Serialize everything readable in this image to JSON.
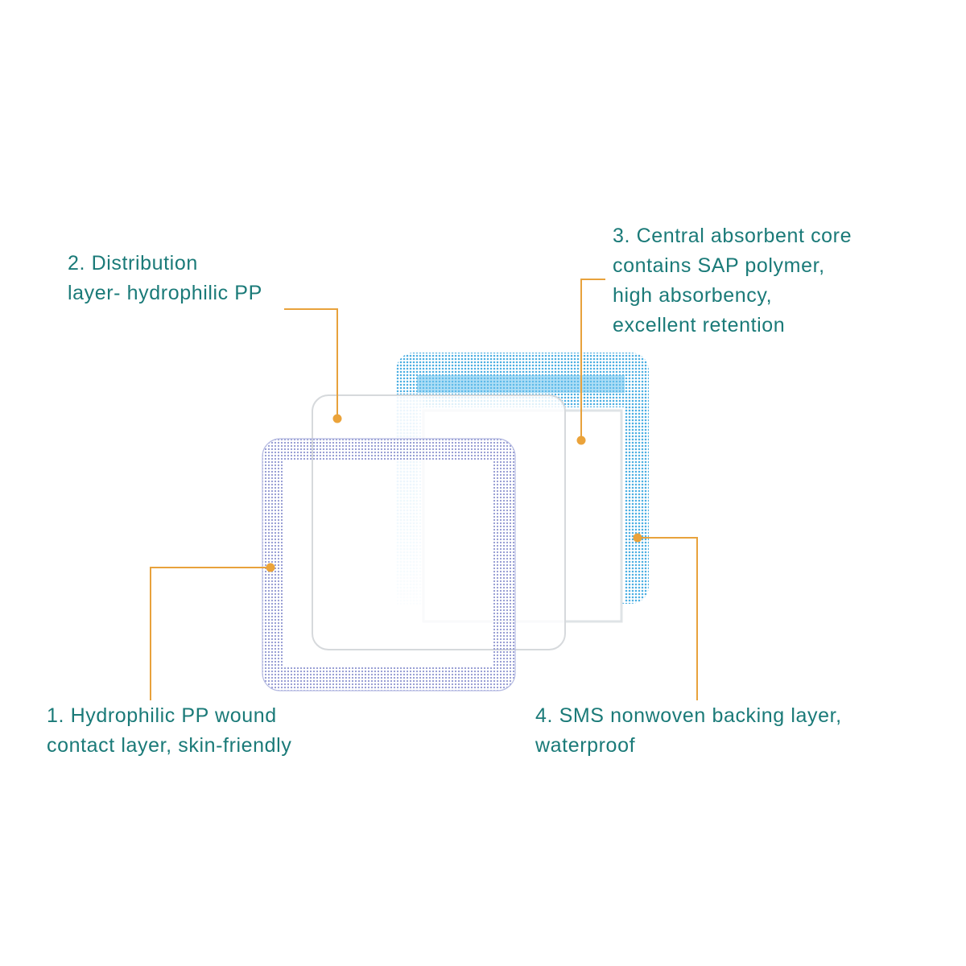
{
  "callouts": [
    {
      "id": "1",
      "lines": [
        "1. Hydrophilic PP wound",
        "contact layer, skin-friendly"
      ]
    },
    {
      "id": "2",
      "lines": [
        "2. Distribution",
        "layer- hydrophilic PP"
      ]
    },
    {
      "id": "3",
      "lines": [
        "3. Central absorbent core",
        "contains SAP polymer,",
        "high absorbency,",
        "excellent retention"
      ]
    },
    {
      "id": "4",
      "lines": [
        "4. SMS nonwoven backing layer,",
        "waterproof"
      ]
    }
  ],
  "colors": {
    "text": "#1a7a78",
    "leader": "#e8a23c",
    "contact_layer": "#8f96d0",
    "absorbent_core": "#5bb8e8"
  }
}
